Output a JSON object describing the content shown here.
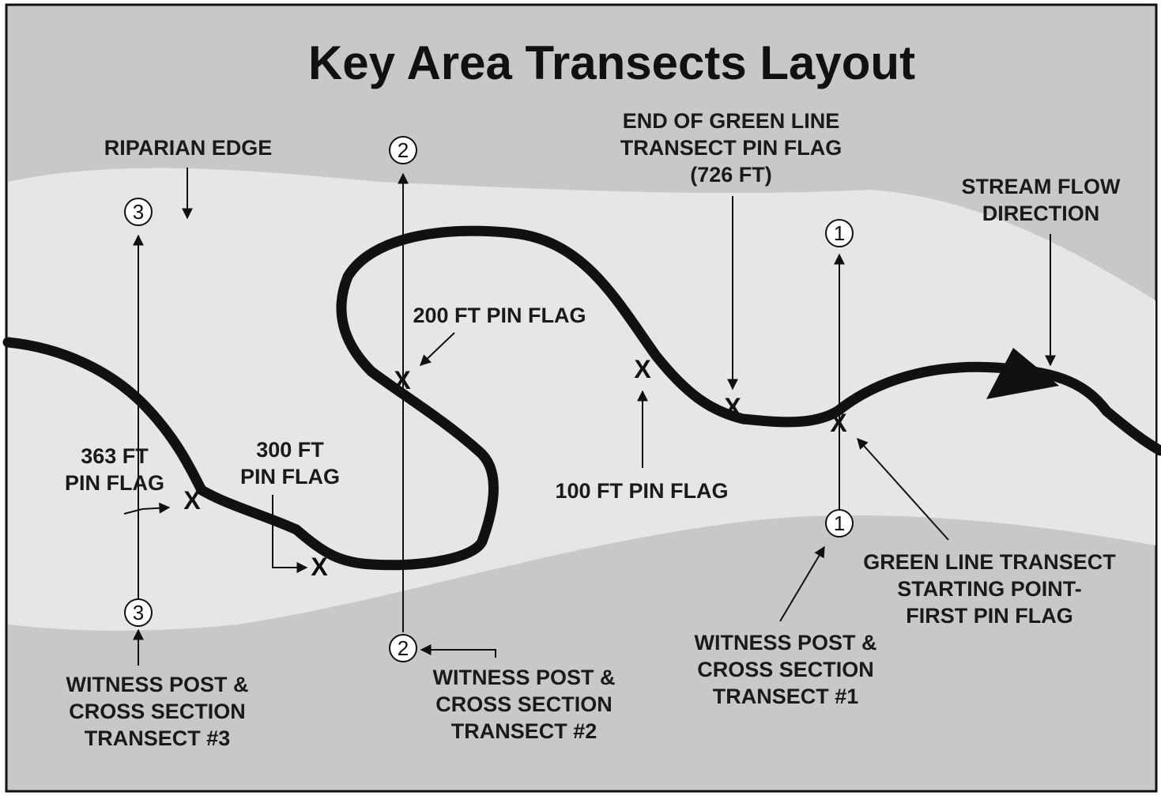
{
  "title": "Key Area Transects Layout",
  "labels": {
    "riparian_edge": "RIPARIAN EDGE",
    "end_green_line": [
      "END OF GREEN LINE",
      "TRANSECT PIN FLAG",
      "(726 FT)"
    ],
    "stream_flow": [
      "STREAM FLOW",
      "DIRECTION"
    ],
    "pin_200": "200 FT PIN FLAG",
    "pin_100": "100 FT PIN FLAG",
    "pin_300": [
      "300 FT",
      "PIN FLAG"
    ],
    "pin_363": [
      "363 FT",
      "PIN FLAG"
    ],
    "green_line_start": [
      "GREEN LINE TRANSECT",
      "STARTING POINT-",
      "FIRST PIN FLAG"
    ],
    "witness_1": [
      "WITNESS POST &",
      "CROSS SECTION",
      "TRANSECT #1"
    ],
    "witness_2": [
      "WITNESS POST &",
      "CROSS SECTION",
      "TRANSECT #2"
    ],
    "witness_3": [
      "WITNESS POST &",
      "CROSS SECTION",
      "TRANSECT #3"
    ]
  },
  "transects": [
    {
      "number": "1"
    },
    {
      "number": "2"
    },
    {
      "number": "3"
    }
  ],
  "pin_mark": "X",
  "colors": {
    "frame_bg": "#c8c8c8",
    "riparian_area": "#e6e6e6",
    "stream": "#111111",
    "line": "#111111"
  }
}
